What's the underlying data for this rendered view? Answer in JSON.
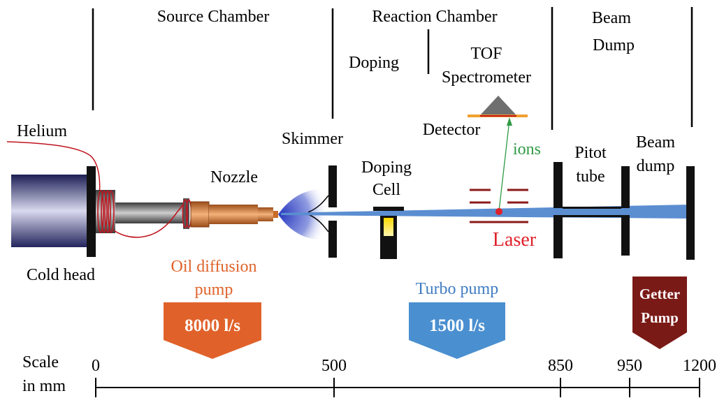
{
  "sections": {
    "source_chamber": "Source Chamber",
    "reaction_chamber": "Reaction Chamber",
    "beam_dump_line1": "Beam",
    "beam_dump_line2": "Dump",
    "doping": "Doping",
    "tof_line1": "TOF",
    "tof_line2": "Spectrometer"
  },
  "components": {
    "helium": "Helium",
    "cold_head": "Cold head",
    "nozzle": "Nozzle",
    "skimmer": "Skimmer",
    "doping_cell_line1": "Doping",
    "doping_cell_line2": "Cell",
    "detector": "Detector",
    "ions": "ions",
    "laser": "Laser",
    "pitot_line1": "Pitot",
    "pitot_line2": "tube",
    "beam_dump_line1": "Beam",
    "beam_dump_line2": "dump"
  },
  "pumps": {
    "oil_label_line1": "Oil diffusion",
    "oil_label_line2": "pump",
    "oil_speed": "8000 l/s",
    "turbo_label": "Turbo pump",
    "turbo_speed": "1500 l/s",
    "getter_line1": "Getter",
    "getter_line2": "Pump"
  },
  "scale": {
    "label_line1": "Scale",
    "label_line2": "in mm",
    "ticks": [
      "0",
      "500",
      "850",
      "950",
      "1200"
    ]
  },
  "colors": {
    "oil_pump": "#e0622a",
    "turbo_pump": "#4a8fd0",
    "getter_pump": "#7a1a16",
    "oil_text": "#e0622a",
    "turbo_text": "#3f7cc2",
    "laser": "#e0202a",
    "ions": "#2f9a45",
    "beam": "#5b8ed1",
    "wire": "#c0151f",
    "nozzle": "#d7803f"
  }
}
